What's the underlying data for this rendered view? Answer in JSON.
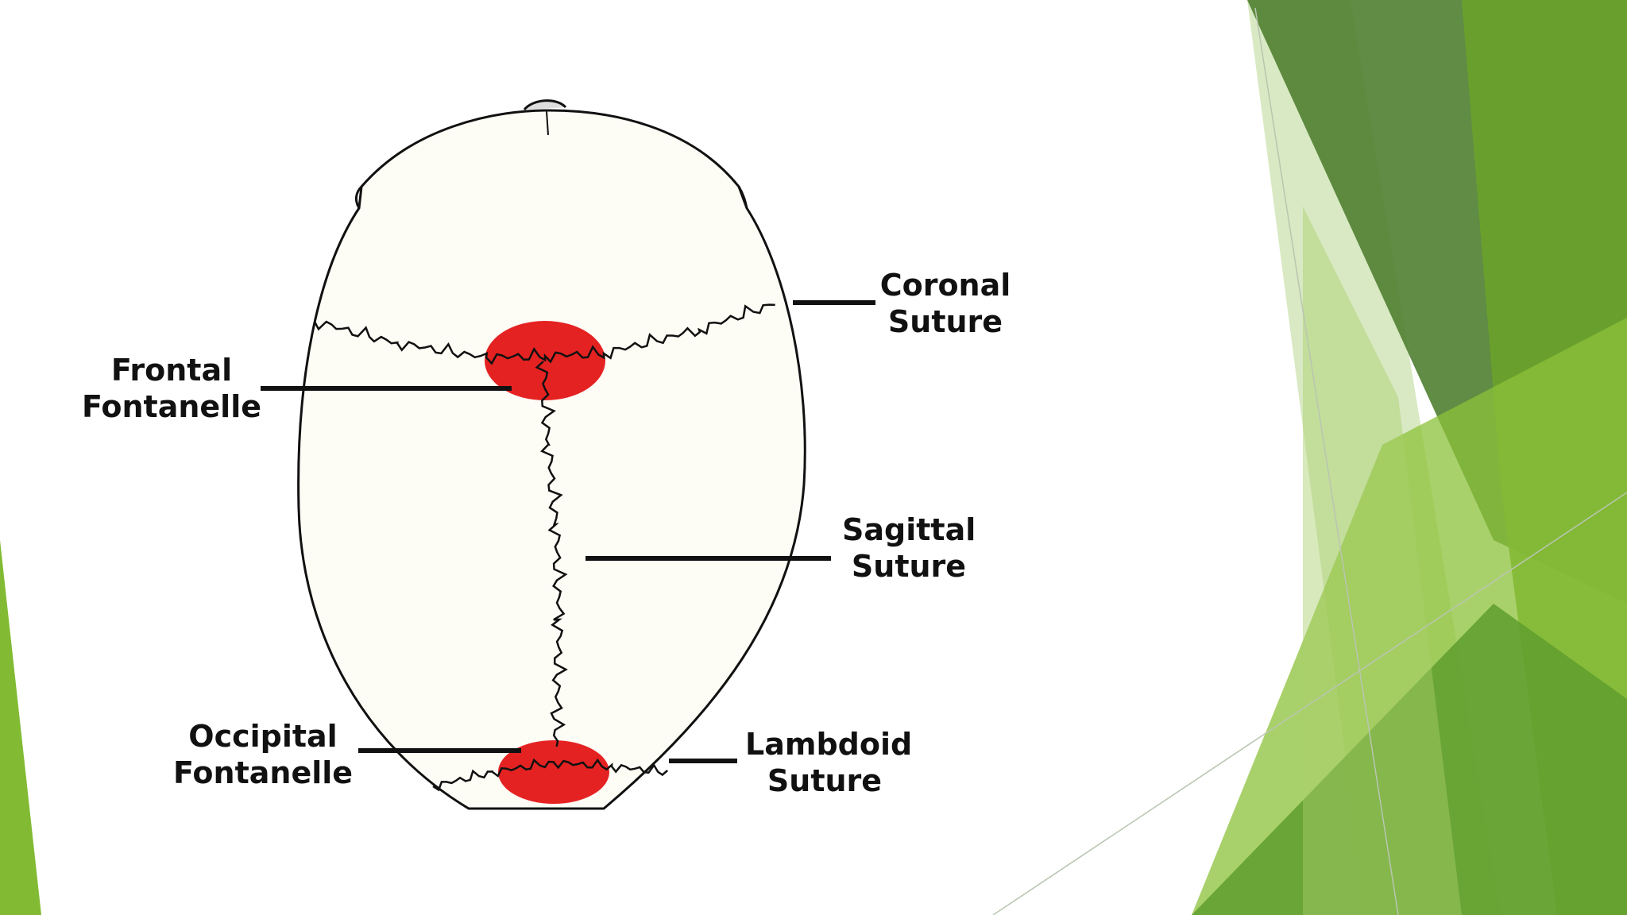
{
  "slide": {
    "background": "#ffffff",
    "accent_colors": [
      "#4f7f31",
      "#6aa22a",
      "#8cc23a",
      "#a9cf6a",
      "#c9dfa9"
    ]
  },
  "diagram": {
    "subject": "skull-top-view",
    "bone_fill": "#fdfcf5",
    "outline_color": "#111111",
    "fontanelle_color": "#e52222",
    "labels": {
      "frontal_fontanelle": {
        "line1": "Frontal",
        "line2": "Fontanelle"
      },
      "coronal_suture": {
        "line1": "Coronal",
        "line2": "Suture"
      },
      "sagittal_suture": {
        "line1": "Sagittal",
        "line2": "Suture"
      },
      "occipital_fontanelle": {
        "line1": "Occipital",
        "line2": "Fontanelle"
      },
      "lambdoid_suture": {
        "line1": "Lambdoid",
        "line2": "Suture"
      }
    }
  }
}
